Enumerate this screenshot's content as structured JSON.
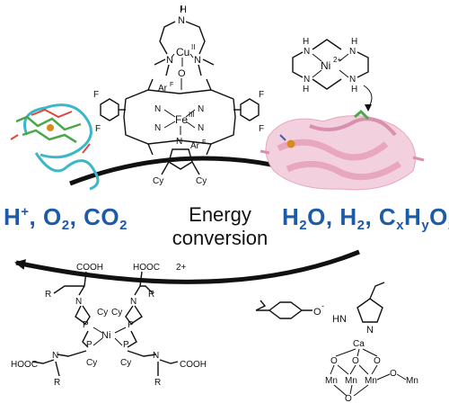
{
  "left_species": {
    "h": "H",
    "h_charge": "+",
    "o": "O",
    "o_sub": "2",
    "co": "CO",
    "co_sub": "2",
    "sep": ","
  },
  "right_species": {
    "h2o_h": "H",
    "h2o_sub": "2",
    "h2o_o": "O",
    "h2_h": "H",
    "h2_sub": "2",
    "c": "C",
    "c_sub": "x",
    "hy": "H",
    "hy_sub": "y",
    "oz": "O",
    "oz_sub": "z",
    "sep": ","
  },
  "center": {
    "line1": "Energy",
    "line2": "conversion"
  },
  "top_complex": {
    "n_h": "H",
    "n": "N",
    "cu": "Cu",
    "cu_ox": "II",
    "o": "O",
    "fe": "Fe",
    "fe_ox": "III",
    "arf": "Ar",
    "arf_sup": "F",
    "f": "F",
    "cy": "Cy"
  },
  "ni_macrocycle": {
    "h": "H",
    "n": "N",
    "ni": "Ni",
    "ni_charge": "2+"
  },
  "bottom_complex": {
    "cooh": "COOH",
    "hooc": "HOOC",
    "r": "R",
    "n": "N",
    "p": "P",
    "cy": "Cy",
    "ni": "Ni",
    "charge": "2+"
  },
  "bottom_right": {
    "o_minus": "O",
    "charge": "-",
    "hn": "HN",
    "n": "N",
    "ca": "Ca",
    "mn": "Mn",
    "o": "O"
  },
  "colors": {
    "species_blue": "#1d5aa8",
    "protein_pink": "#e8a6bf",
    "heme_cyan": "#3bb7c9",
    "heme_green": "#49a84a",
    "metal_orange": "#d98a1c"
  }
}
